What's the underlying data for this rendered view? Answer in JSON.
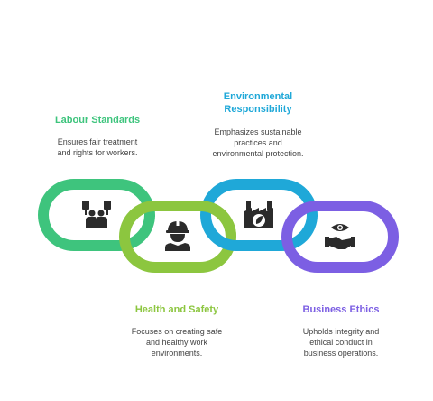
{
  "colors": {
    "labour": "#3ec47d",
    "health": "#8cc63f",
    "environmental": "#1fa8d8",
    "ethics": "#7c5fe3",
    "icon": "#2b2b2b"
  },
  "items": [
    {
      "key": "labour",
      "title": "Labour Standards",
      "description_lines": [
        "Ensures fair treatment",
        "and rights for workers."
      ],
      "icon": "workers-protest-icon"
    },
    {
      "key": "health",
      "title": "Health and Safety",
      "description_lines": [
        "Focuses on creating safe",
        "and healthy work",
        "environments."
      ],
      "icon": "hard-hat-worker-icon"
    },
    {
      "key": "environmental",
      "title_lines": [
        "Environmental",
        "Responsibility"
      ],
      "description_lines": [
        "Emphasizes sustainable",
        "practices and",
        "environmental protection."
      ],
      "icon": "eco-factory-icon"
    },
    {
      "key": "ethics",
      "title": "Business Ethics",
      "description_lines": [
        "Upholds integrity and",
        "ethical conduct in",
        "business operations."
      ],
      "icon": "handshake-eye-icon"
    }
  ]
}
